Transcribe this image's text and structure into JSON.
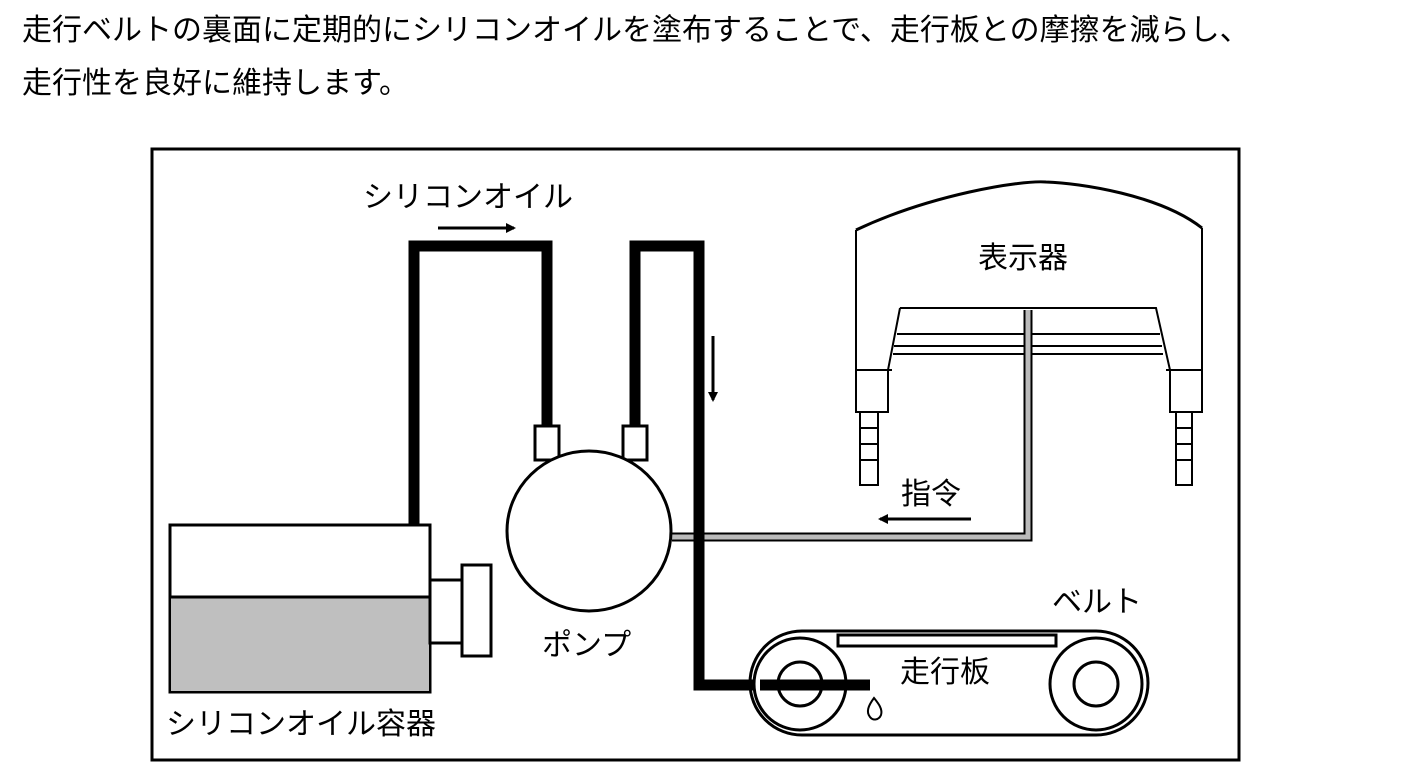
{
  "intro": {
    "line1": "走行ベルトの裏面に定期的にシリコンオイルを塗布することで、走行板との摩擦を減らし、",
    "line2": "走行性を良好に維持します。"
  },
  "diagram": {
    "labels": {
      "silicone_oil": "シリコンオイル",
      "display": "表示器",
      "command": "指令",
      "pump": "ポンプ",
      "belt": "ベルト",
      "running_board": "走行板",
      "container": "シリコンオイル容器"
    },
    "colors": {
      "line": "#000000",
      "oil_fill": "#bfbfbf",
      "signal_wire": "#bbbbbb",
      "background": "#ffffff"
    }
  }
}
